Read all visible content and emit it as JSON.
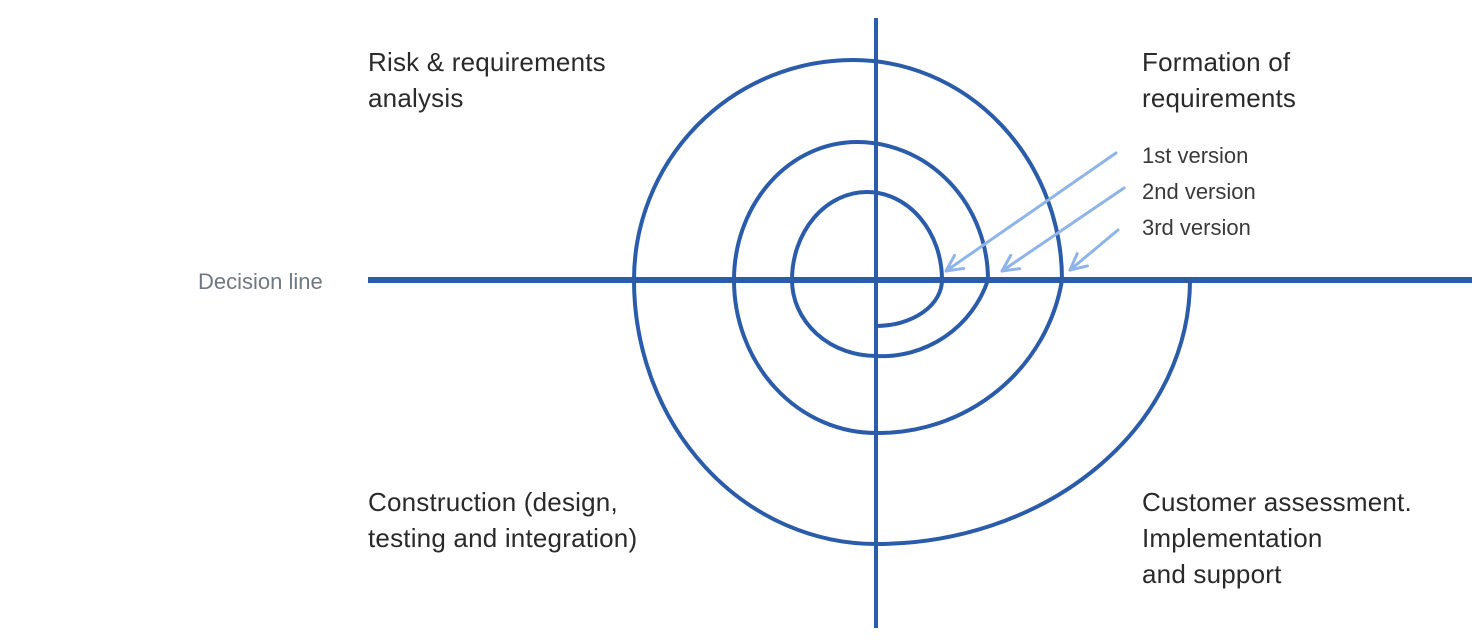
{
  "decision_line_label": "Decision line",
  "quadrants": {
    "top_left": [
      "Risk & requirements",
      "analysis"
    ],
    "top_right": [
      "Formation of",
      "requirements"
    ],
    "bottom_left": [
      "Construction (design,",
      "testing and integration)"
    ],
    "bottom_right": [
      "Customer assessment.",
      "Implementation",
      "and support"
    ]
  },
  "versions": [
    "1st version",
    "2nd version",
    "3rd version"
  ],
  "colors": {
    "spiral": "#2a5caa",
    "arrows": "#8fb4ea",
    "text": "#2a2a2a",
    "muted_text": "#707884"
  }
}
